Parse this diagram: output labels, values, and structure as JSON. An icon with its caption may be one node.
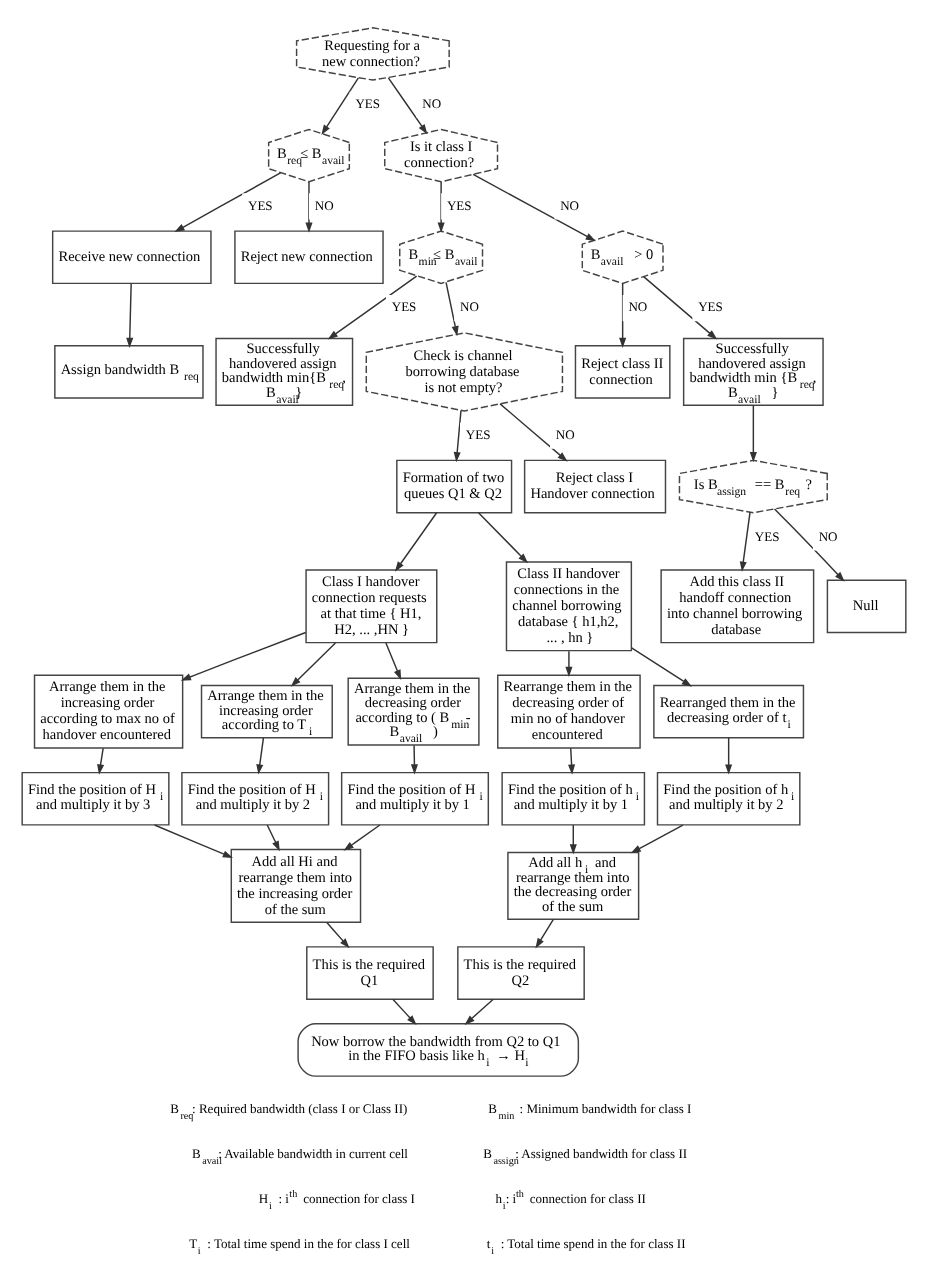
{
  "diagram": {
    "nodes": [
      {
        "text": [
          "Requesting for a new connection?"
        ]
      },
      {
        "text": [
          "B$_{req}$≤ B$_{avail}$"
        ]
      },
      {
        "text": [
          "Is it class I connection?"
        ]
      },
      {
        "text": [
          "Receive new connection"
        ]
      },
      {
        "text": [
          "Reject new connection"
        ]
      },
      {
        "text": [
          "Assign bandwidth B$_{req}$"
        ]
      },
      {
        "text": [
          "B$_{min}$≤ B$_{avail}$"
        ]
      },
      {
        "text": [
          "B$_{avail}$ > 0"
        ]
      },
      {
        "text": [
          "Successfully handovered assign bandwidth min{B$_{req}$, B$_{avail}$}"
        ]
      },
      {
        "text": [
          "Check is channel borrowing database is not empty?"
        ]
      },
      {
        "text": [
          "Reject class II connection"
        ]
      },
      {
        "text": [
          "Successfully handovered assign bandwidth min {B$_{req}$, B$_{avail}$ }"
        ]
      },
      {
        "text": [
          "Is B$_{assign}$ == B$_{req}$ ?"
        ]
      },
      {
        "text": [
          "Formation of two queues Q1 & Q2"
        ]
      },
      {
        "text": [
          "Reject class I Handover connection"
        ]
      },
      {
        "text": [
          "Add this class II handoff connection into channel borrowing database"
        ]
      },
      {
        "text": [
          "Null"
        ]
      },
      {
        "text": [
          "Class I handover connection requests at that time { H1, H2, ... ,HN }"
        ]
      },
      {
        "text": [
          "Class II handover connections in the channel borrowing database { h1,h2, ... , hn }"
        ]
      },
      {
        "text": [
          "Arrange them in the increasing order according to max no of handover encountered"
        ]
      },
      {
        "text": [
          "Arrange them in the increasing order according to T$_{i}$"
        ]
      },
      {
        "text": [
          "Arrange them in the decreasing order according to ( B$_{min}$- B$_{avail}$ )"
        ]
      },
      {
        "text": [
          "Rearrange them in the decreasing order of min no of handover encountered"
        ]
      },
      {
        "text": [
          "Rearranged them in the decreasing order of t$_{i}$"
        ]
      },
      {
        "text": [
          "Find the position of H$_{i}$ and multiply it by 3"
        ]
      },
      {
        "text": [
          "Find the position of H$_{i}$ and multiply it by 2"
        ]
      },
      {
        "text": [
          "Find the position of H$_{i}$ and multiply it by 1"
        ]
      },
      {
        "text": [
          "Find the position of h$_{i}$ and multiply it by 1"
        ]
      },
      {
        "text": [
          "Find the position of h$_{i}$ and multiply it by 2"
        ]
      },
      {
        "text": [
          "Add all Hi and rearrange them into the increasing order of the sum"
        ]
      },
      {
        "text": [
          "Add all h$_{i}$ and rearrange them into the decreasing order of the sum"
        ]
      },
      {
        "text": [
          "This is the required Q1"
        ]
      },
      {
        "text": [
          "This is the required Q2"
        ]
      },
      {
        "text": [
          "Now borrow the bandwidth from Q2 to Q1 in the FIFO basis like h$_{i}$ → H$_{i}$"
        ]
      }
    ],
    "edges": [
      {
        "from": 0,
        "to": 1,
        "arrow": "to",
        "label": "YES"
      },
      {
        "from": 0,
        "to": 2,
        "arrow": "to",
        "label": "NO"
      },
      {
        "from": 1,
        "to": 3,
        "arrow": "to",
        "label": "YES"
      },
      {
        "from": 1,
        "to": 4,
        "arrow": "to",
        "label": "NO"
      },
      {
        "from": 3,
        "to": 5,
        "arrow": "to"
      },
      {
        "from": 2,
        "to": 6,
        "arrow": "to",
        "label": "YES"
      },
      {
        "from": 2,
        "to": 7,
        "arrow": "to",
        "label": "NO"
      },
      {
        "from": 6,
        "to": 8,
        "arrow": "to",
        "label": "YES"
      },
      {
        "from": 6,
        "to": 9,
        "arrow": "to",
        "label": "NO"
      },
      {
        "from": 7,
        "to": 10,
        "arrow": "to",
        "label": "NO"
      },
      {
        "from": 7,
        "to": 11,
        "arrow": "to",
        "label": "YES"
      },
      {
        "from": 11,
        "to": 12,
        "arrow": "to"
      },
      {
        "from": 9,
        "to": 13,
        "arrow": "to",
        "label": "YES"
      },
      {
        "from": 9,
        "to": 14,
        "arrow": "to",
        "label": "NO"
      },
      {
        "from": 12,
        "to": 15,
        "arrow": "to",
        "label": "YES"
      },
      {
        "from": 12,
        "to": 16,
        "arrow": "to",
        "label": "NO"
      },
      {
        "from": 13,
        "to": 17,
        "arrow": "to"
      },
      {
        "from": 13,
        "to": 18,
        "arrow": "to"
      },
      {
        "from": 17,
        "to": 19,
        "arrow": "to"
      },
      {
        "from": 17,
        "to": 20,
        "arrow": "to"
      },
      {
        "from": 17,
        "to": 21,
        "arrow": "to"
      },
      {
        "from": 18,
        "to": 22,
        "arrow": "to"
      },
      {
        "from": 18,
        "to": 23,
        "arrow": "to"
      },
      {
        "from": 19,
        "to": 24,
        "arrow": "to"
      },
      {
        "from": 20,
        "to": 25,
        "arrow": "to"
      },
      {
        "from": 21,
        "to": 26,
        "arrow": "to"
      },
      {
        "from": 22,
        "to": 27,
        "arrow": "to"
      },
      {
        "from": 23,
        "to": 28,
        "arrow": "to"
      },
      {
        "from": 24,
        "to": 29,
        "arrow": "to"
      },
      {
        "from": 25,
        "to": 29,
        "arrow": "to"
      },
      {
        "from": 26,
        "to": 29,
        "arrow": "to"
      },
      {
        "from": 27,
        "to": 30,
        "arrow": "to"
      },
      {
        "from": 28,
        "to": 30,
        "arrow": "to"
      },
      {
        "from": 29,
        "to": 31,
        "arrow": "to"
      },
      {
        "from": 30,
        "to": 32,
        "arrow": "to"
      },
      {
        "from": 31,
        "to": 33,
        "arrow": "to"
      },
      {
        "from": 32,
        "to": 33,
        "arrow": "to"
      }
    ],
    "labels": [
      "B$_{req}$: Required bandwidth (class I or Class II)",
      "B$_{min}$ : Minimum bandwidth for class I",
      "B$_{avail}$: Available bandwidth in current cell",
      "B$_{assign}$: Assigned bandwidth for class II",
      "H$_{i}$ : i$^{th}$ connection for class I",
      "h$_{i}$: i$^{th}$ connection for class II",
      "T$_{i}$ : Total time spend in the for class I cell",
      "t$_{i}$ : Total time spend in the for class II"
    ]
  }
}
